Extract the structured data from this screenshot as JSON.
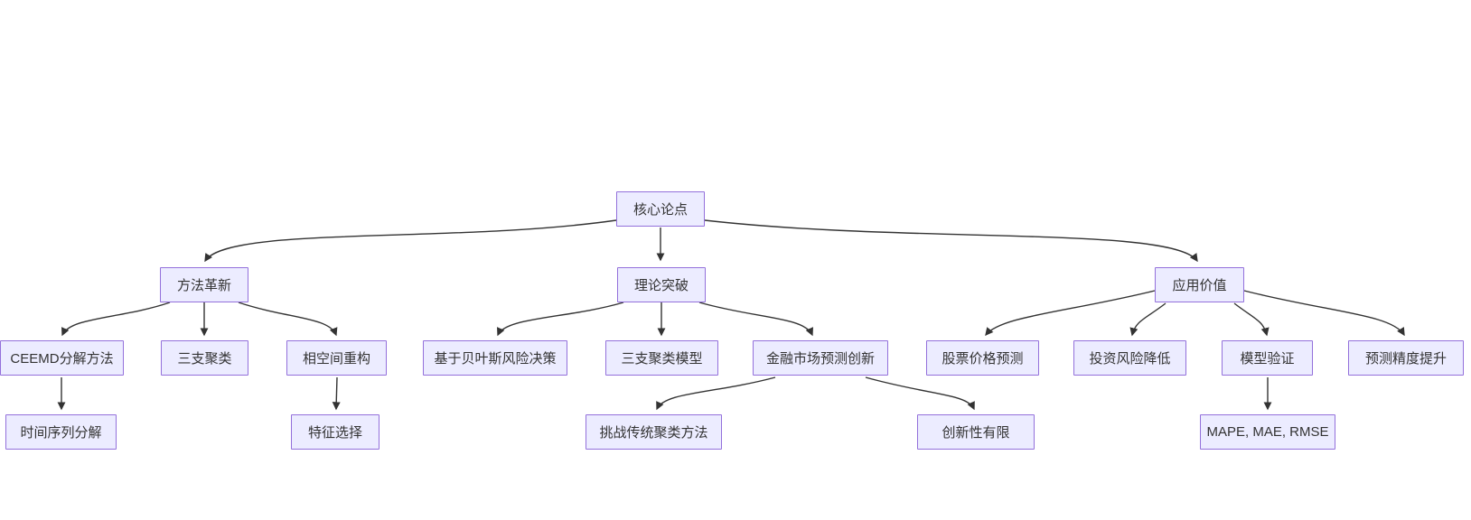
{
  "diagram": {
    "type": "flowchart-mindmap",
    "colors": {
      "background": "#ffffff",
      "node_fill": "#ECECFF",
      "node_border": "#9370DB",
      "text": "#333333",
      "edge": "#333333"
    },
    "nodes": {
      "root": {
        "label": "核心论点"
      },
      "method": {
        "label": "方法革新"
      },
      "theory": {
        "label": "理论突破"
      },
      "app": {
        "label": "应用价值"
      },
      "ceemd": {
        "label": "CEEMD分解方法"
      },
      "threeway": {
        "label": "三支聚类"
      },
      "phase": {
        "label": "相空间重构"
      },
      "bayes": {
        "label": "基于贝叶斯风险决策"
      },
      "twmodel": {
        "label": "三支聚类模型"
      },
      "finmarket": {
        "label": "金融市场预测创新"
      },
      "stock": {
        "label": "股票价格预测"
      },
      "risk": {
        "label": "投资风险降低"
      },
      "validate": {
        "label": "模型验证"
      },
      "precision": {
        "label": "预测精度提升"
      },
      "tsdecomp": {
        "label": "时间序列分解"
      },
      "feature": {
        "label": "特征选择"
      },
      "challenge": {
        "label": "挑战传统聚类方法"
      },
      "limited": {
        "label": "创新性有限"
      },
      "metrics": {
        "label": "MAPE, MAE, RMSE"
      }
    },
    "edges": [
      {
        "from": "root",
        "to": "method"
      },
      {
        "from": "root",
        "to": "theory"
      },
      {
        "from": "root",
        "to": "app"
      },
      {
        "from": "method",
        "to": "ceemd"
      },
      {
        "from": "method",
        "to": "threeway"
      },
      {
        "from": "method",
        "to": "phase"
      },
      {
        "from": "theory",
        "to": "bayes"
      },
      {
        "from": "theory",
        "to": "twmodel"
      },
      {
        "from": "theory",
        "to": "finmarket"
      },
      {
        "from": "app",
        "to": "stock"
      },
      {
        "from": "app",
        "to": "risk"
      },
      {
        "from": "app",
        "to": "validate"
      },
      {
        "from": "app",
        "to": "precision"
      },
      {
        "from": "ceemd",
        "to": "tsdecomp"
      },
      {
        "from": "phase",
        "to": "feature"
      },
      {
        "from": "finmarket",
        "to": "challenge"
      },
      {
        "from": "finmarket",
        "to": "limited"
      },
      {
        "from": "validate",
        "to": "metrics"
      }
    ]
  }
}
